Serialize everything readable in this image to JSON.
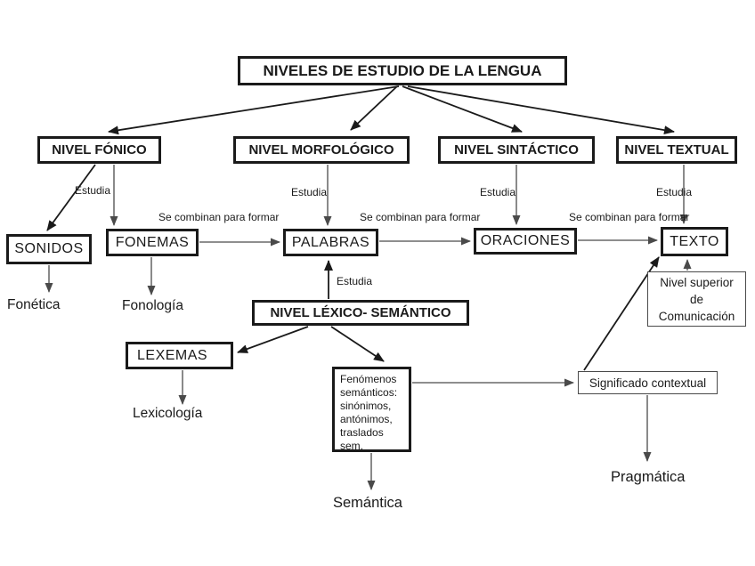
{
  "diagram": {
    "root": "NIVELES DE ESTUDIO DE LA LENGUA",
    "levels": {
      "fonico": "NIVEL FÓNICO",
      "morfologico": "NIVEL MORFOLÓGICO",
      "sintactico": "NIVEL SINTÁCTICO",
      "textual": "NIVEL TEXTUAL",
      "lexico": "NIVEL LÉXICO- SEMÁNTICO"
    },
    "units": {
      "sonidos": "SONIDOS",
      "fonemas": "FONEMAS",
      "palabras": "PALABRAS",
      "oraciones": "ORACIONES",
      "texto": "TEXTO",
      "lexemas": "LEXEMAS"
    },
    "aux": {
      "fenomenos_lines": [
        "Fenómenos",
        "semánticos:",
        "sinónimos,",
        "antónimos,",
        "traslados",
        "sem."
      ],
      "nivel_superior_lines": [
        "Nivel superior",
        "de",
        "Comunicación"
      ],
      "significado": "Significado contextual"
    },
    "edge_labels": {
      "estudia": "Estudia",
      "se_combinan": "Se combinan para formar"
    },
    "disciplines": {
      "fonetica": "Fonética",
      "fonologia": "Fonología",
      "lexicologia": "Lexicología",
      "semantica": "Semántica",
      "pragmatica": "Pragmática"
    },
    "colors": {
      "line": "#1a1a1a",
      "thin_line": "#4a4a4a",
      "background": "#ffffff",
      "text": "#1a1a1a"
    }
  }
}
